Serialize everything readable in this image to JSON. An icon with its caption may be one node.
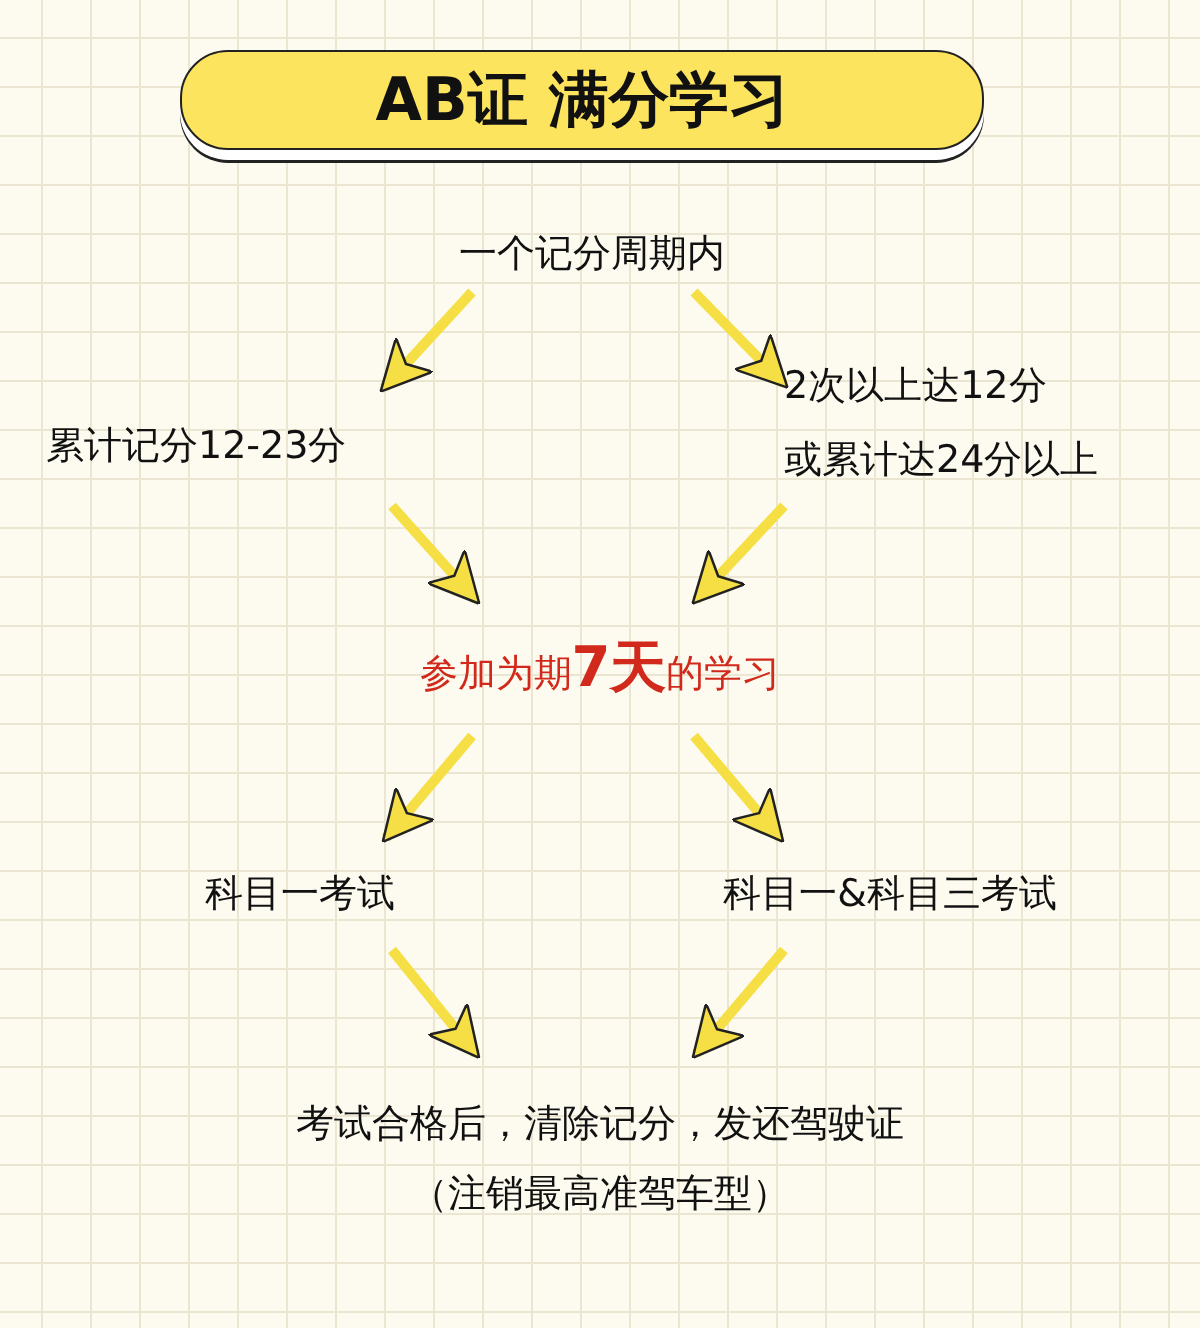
{
  "diagram": {
    "title": "AB证 满分学习",
    "nodes": [
      {
        "text": [
          "一个记分周期内"
        ]
      },
      {
        "text": [
          "累计记分12-23分"
        ]
      },
      {
        "text": [
          "2次以上达12分",
          "或累计达24分以上"
        ]
      },
      {
        "text": [
          "参加为期**7天**的学习"
        ]
      },
      {
        "text": [
          "科目一考试"
        ]
      },
      {
        "text": [
          "科目一&科目三考试"
        ]
      },
      {
        "text": [
          "考试合格后，清除记分，发还驾驶证",
          "（注销最高准驾车型）"
        ]
      }
    ],
    "edges": [
      {
        "from": 0,
        "to": 1,
        "arrow": "to"
      },
      {
        "from": 0,
        "to": 2,
        "arrow": "to"
      },
      {
        "from": 1,
        "to": 3,
        "arrow": "to"
      },
      {
        "from": 2,
        "to": 3,
        "arrow": "to"
      },
      {
        "from": 3,
        "to": 4,
        "arrow": "to"
      },
      {
        "from": 3,
        "to": 5,
        "arrow": "to"
      },
      {
        "from": 4,
        "to": 6,
        "arrow": "to"
      },
      {
        "from": 5,
        "to": 6,
        "arrow": "to"
      }
    ]
  }
}
